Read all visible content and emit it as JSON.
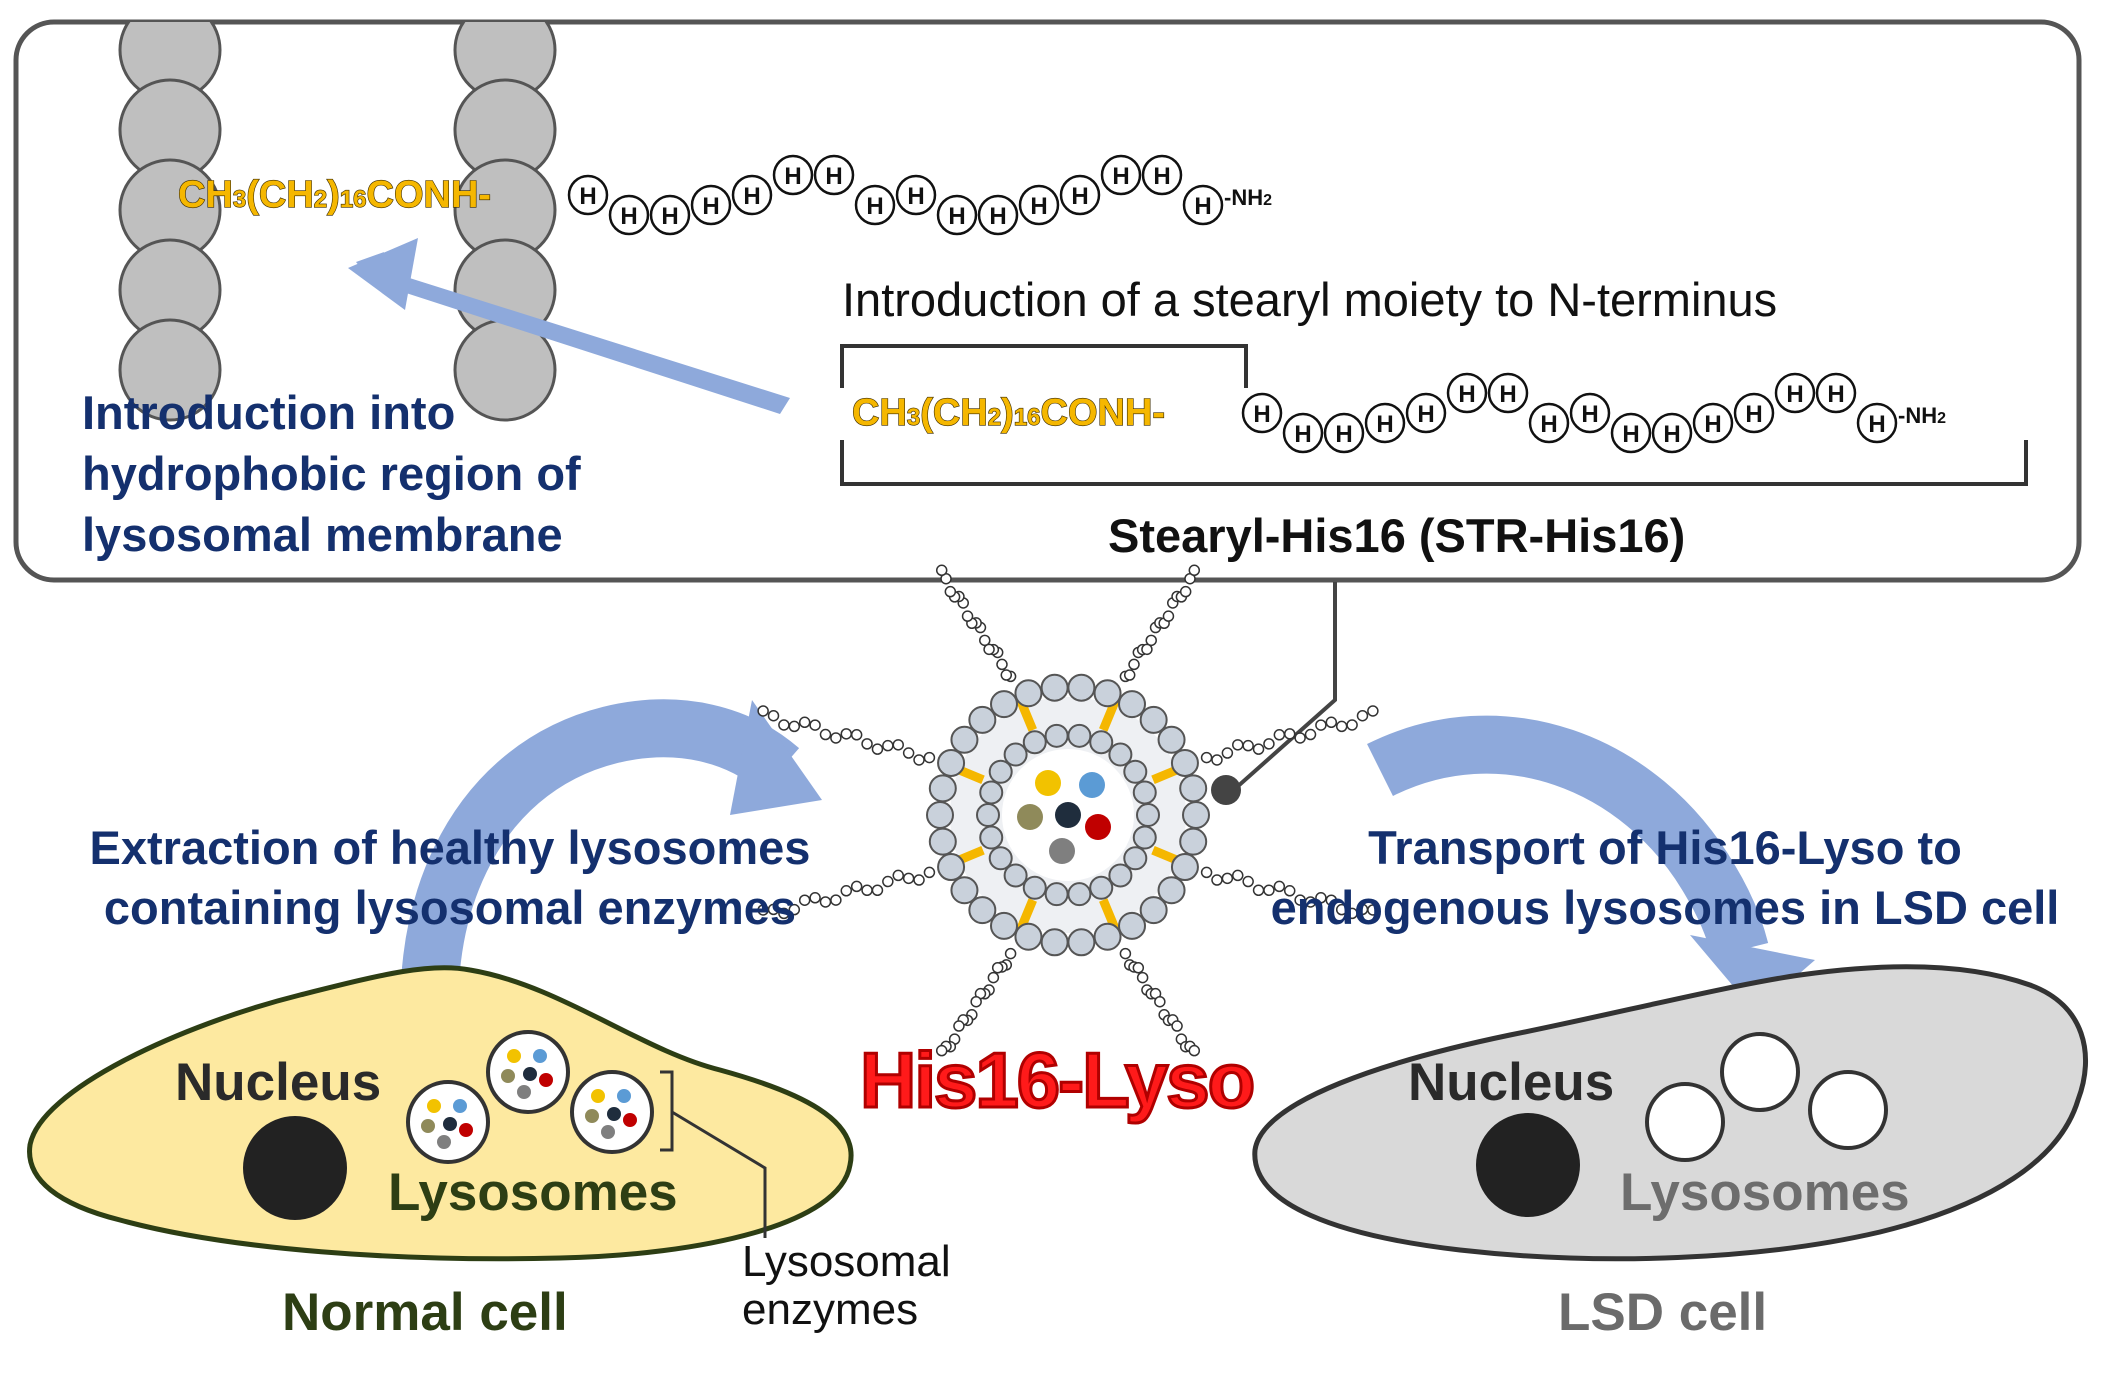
{
  "formula": {
    "chain": "CH3(CH2)16CONH-",
    "chain_parts": [
      "CH",
      "3",
      "(CH",
      "2",
      ")",
      "16",
      "CONH-"
    ],
    "residue": "H",
    "terminal": "-NH2",
    "terminal_parts": [
      "-NH",
      "2"
    ]
  },
  "top_panel": {
    "introduction_lines": [
      "Introduction into",
      "hydrophobic region of",
      "lysosomal membrane"
    ],
    "moiety_title": "Introduction of a stearyl moiety to N-terminus",
    "peptide_name": "Stearyl-His16 (STR-His16)"
  },
  "center": {
    "name": "His16-Lyso"
  },
  "left": {
    "extraction_lines": [
      "Extraction of healthy lysosomes",
      "containing lysosomal enzymes"
    ],
    "nucleus_label": "Nucleus",
    "lysosomes_label": "Lysosomes",
    "cell_label": "Normal cell",
    "enzymes_label_lines": [
      "Lysosomal",
      "enzymes"
    ]
  },
  "right": {
    "transport_lines": [
      "Transport of His16-Lyso to",
      "endogenous lysosomes in LSD cell"
    ],
    "nucleus_label": "Nucleus",
    "lysosomes_label": "Lysosomes",
    "cell_label": "LSD cell"
  },
  "colors": {
    "navy_text": "#14306e",
    "arrow_blue": "#8ea9db",
    "stearyl_orange": "#f5b700",
    "membrane_gray": "#bfbfbf",
    "normal_cell_fill": "#fde9a0",
    "lsd_cell_fill": "#d9d9d9",
    "his16_red": "#ff1a1a",
    "enzyme_colors": [
      "#f2c200",
      "#5b9bd5",
      "#c00000",
      "#1f2d3d",
      "#8f8a5a",
      "#7f7f7f"
    ]
  }
}
